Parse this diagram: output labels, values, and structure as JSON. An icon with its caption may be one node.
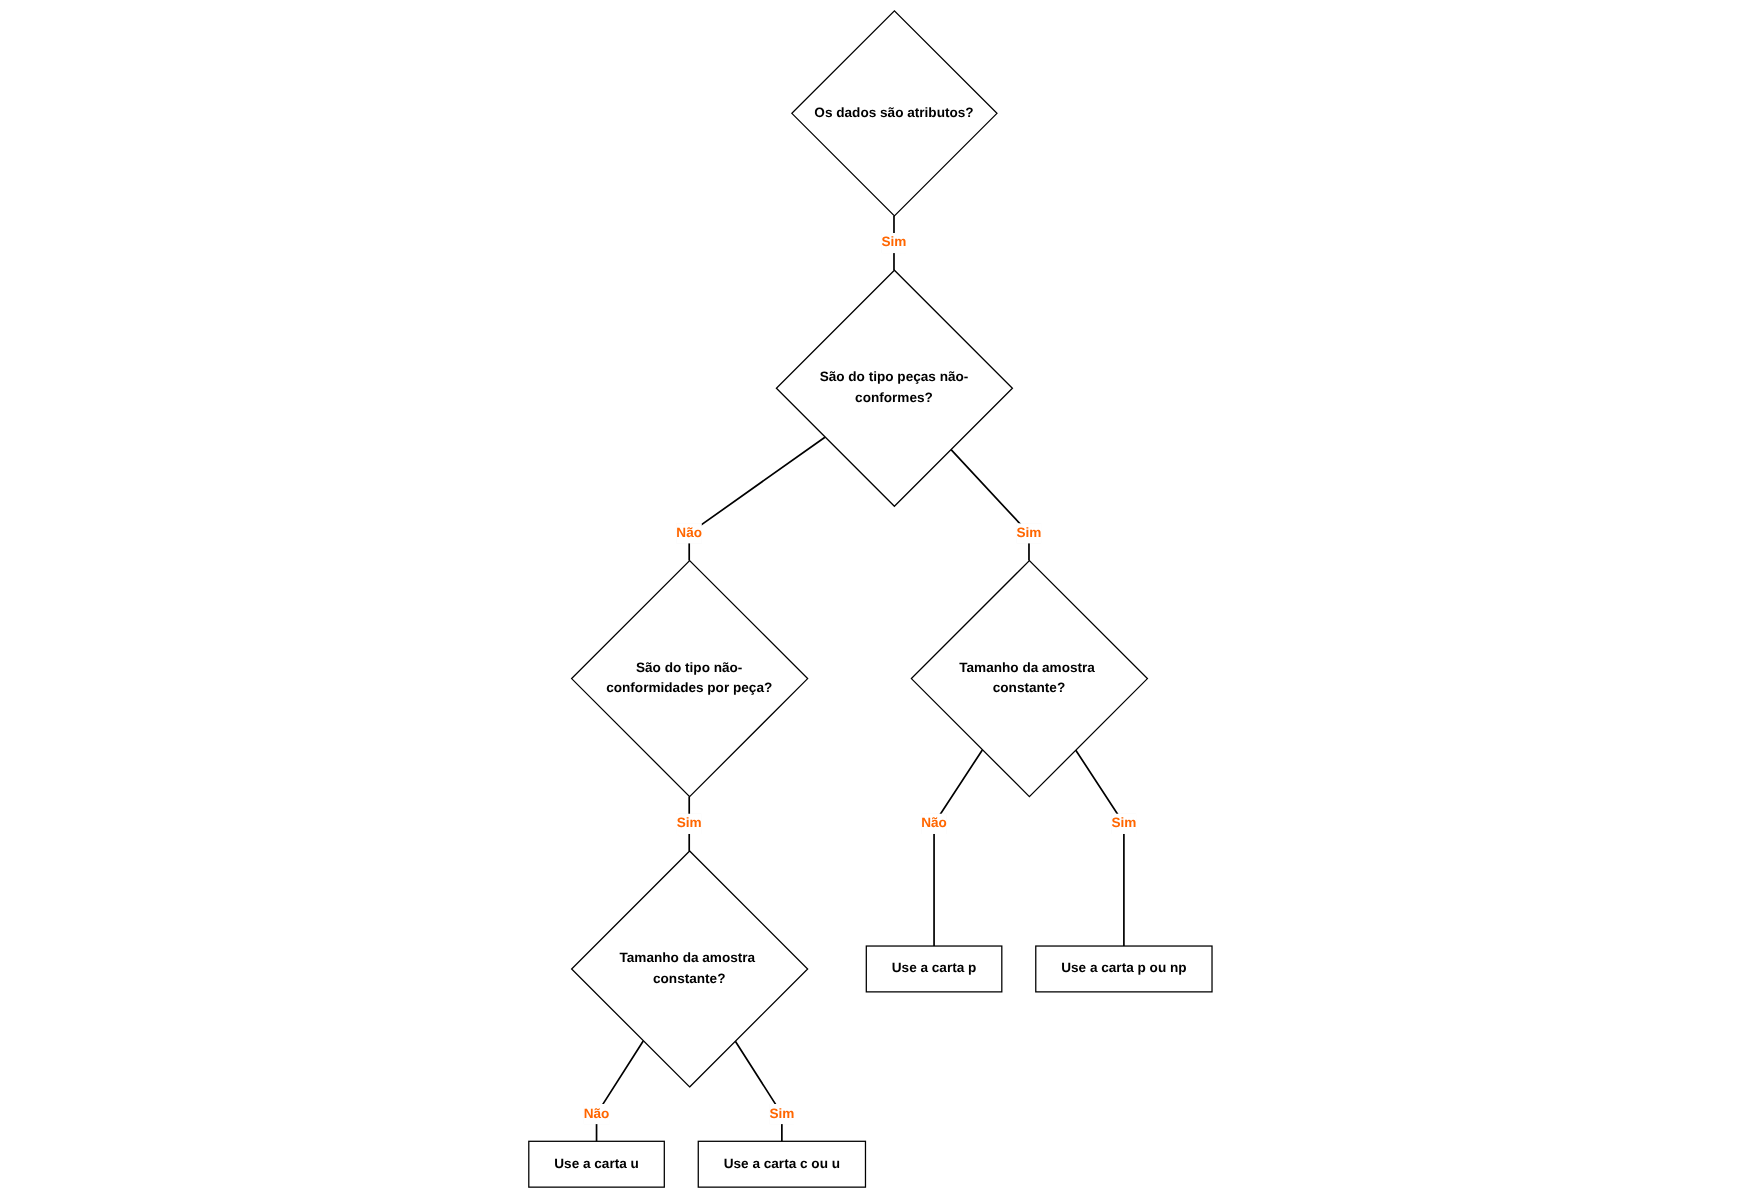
{
  "diagram": {
    "nodes": [
      {
        "text": [
          "Os dados são atributos?"
        ]
      },
      {
        "text": [
          "São do tipo peças não-conformes?"
        ]
      },
      {
        "text": [
          "São do tipo não-conformidades por peça?"
        ]
      },
      {
        "text": [
          "Use a carta p"
        ]
      },
      {
        "text": [
          "Tamanho da amostra constante?"
        ]
      },
      {
        "text": [
          "Tamanho da amostra constante?"
        ]
      },
      {
        "text": [
          "Use a carta u"
        ]
      },
      {
        "text": [
          "Use a carta p ou np"
        ]
      },
      {
        "text": [
          "Use a carta c ou u"
        ]
      }
    ],
    "edges": [
      {
        "from": 0,
        "to": 1,
        "label": "Sim",
        "arrow": "none"
      },
      {
        "from": 1,
        "to": 2,
        "label": "Não",
        "arrow": "none"
      },
      {
        "from": 1,
        "to": 4,
        "label": "Sim",
        "arrow": "none"
      },
      {
        "from": 2,
        "to": 5,
        "label": "Sim",
        "arrow": "none"
      },
      {
        "from": 4,
        "to": 3,
        "label": "Não",
        "arrow": "none"
      },
      {
        "from": 5,
        "to": 6,
        "label": "Não",
        "arrow": "none"
      },
      {
        "from": 4,
        "to": 7,
        "label": "Sim",
        "arrow": "none"
      },
      {
        "from": 5,
        "to": 8,
        "label": "Sim",
        "arrow": "none"
      }
    ]
  }
}
